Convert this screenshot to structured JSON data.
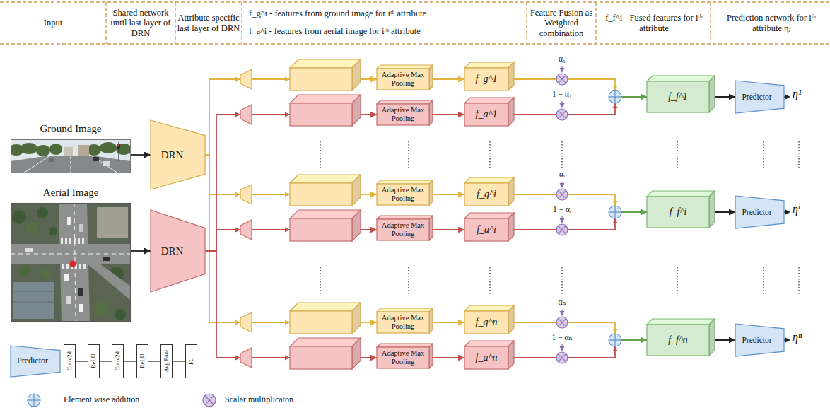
{
  "diagram": {
    "nodes": [
      {
        "text": [
          "Ground Image"
        ]
      },
      {
        "text": [
          "Aerial Image"
        ]
      },
      {
        "text": [
          "DRN"
        ]
      },
      {
        "text": [
          "DRN"
        ]
      },
      {
        "text": [
          "Adaptive Max Pooling"
        ]
      },
      {
        "text": [
          "f_g^1"
        ]
      },
      {
        "text": [
          "Adaptive Max Pooling"
        ]
      },
      {
        "text": [
          "f_a^1"
        ]
      },
      {
        "text": [
          "f_f^1"
        ]
      },
      {
        "text": [
          "Predictor"
        ]
      },
      {
        "text": [
          "Adaptive Max Pooling"
        ]
      },
      {
        "text": [
          "f_g^i"
        ]
      },
      {
        "text": [
          "Adaptive Max Pooling"
        ]
      },
      {
        "text": [
          "f_a^i"
        ]
      },
      {
        "text": [
          "f_f^i"
        ]
      },
      {
        "text": [
          "Predictor"
        ]
      },
      {
        "text": [
          "Adaptive Max Pooling"
        ]
      },
      {
        "text": [
          "f_g^n"
        ]
      },
      {
        "text": [
          "Adaptive Max Pooling"
        ]
      },
      {
        "text": [
          "f_a^n"
        ]
      },
      {
        "text": [
          "f_f^n"
        ]
      },
      {
        "text": [
          "Predictor"
        ]
      },
      {
        "text": [
          "Predictor"
        ]
      },
      {
        "text": [
          "Conv2d"
        ]
      },
      {
        "text": [
          "ReLU"
        ]
      },
      {
        "text": [
          "Conv2d"
        ]
      },
      {
        "text": [
          "ReLU"
        ]
      },
      {
        "text": [
          "Avg Pool"
        ]
      },
      {
        "text": [
          "FC"
        ]
      }
    ],
    "edges": [
      {
        "from": 0,
        "to": 2,
        "arrow": "to"
      },
      {
        "from": 1,
        "to": 3,
        "arrow": "to"
      },
      {
        "from": 2,
        "to": 4,
        "arrow": "to"
      },
      {
        "from": 2,
        "to": 10,
        "arrow": "to"
      },
      {
        "from": 2,
        "to": 16,
        "arrow": "to"
      },
      {
        "from": 3,
        "to": 6,
        "arrow": "to"
      },
      {
        "from": 3,
        "to": 12,
        "arrow": "to"
      },
      {
        "from": 3,
        "to": 18,
        "arrow": "to"
      },
      {
        "from": 4,
        "to": 5,
        "arrow": "to"
      },
      {
        "from": 6,
        "to": 7,
        "arrow": "to"
      },
      {
        "from": 5,
        "to": 8,
        "arrow": "to"
      },
      {
        "from": 7,
        "to": 8,
        "arrow": "to"
      },
      {
        "from": 8,
        "to": 9,
        "arrow": "to"
      },
      {
        "from": 10,
        "to": 11,
        "arrow": "to"
      },
      {
        "from": 12,
        "to": 13,
        "arrow": "to"
      },
      {
        "from": 11,
        "to": 14,
        "arrow": "to"
      },
      {
        "from": 13,
        "to": 14,
        "arrow": "to"
      },
      {
        "from": 14,
        "to": 15,
        "arrow": "to"
      },
      {
        "from": 16,
        "to": 17,
        "arrow": "to"
      },
      {
        "from": 18,
        "to": 19,
        "arrow": "to"
      },
      {
        "from": 17,
        "to": 20,
        "arrow": "to"
      },
      {
        "from": 19,
        "to": 20,
        "arrow": "to"
      },
      {
        "from": 20,
        "to": 21,
        "arrow": "to"
      },
      {
        "from": 23,
        "to": 24,
        "arrow": "none"
      },
      {
        "from": 24,
        "to": 25,
        "arrow": "none"
      },
      {
        "from": 25,
        "to": 26,
        "arrow": "none"
      },
      {
        "from": 26,
        "to": 27,
        "arrow": "none"
      },
      {
        "from": 27,
        "to": 28,
        "arrow": "none"
      }
    ],
    "labels": [
      "Input",
      "Shared network until last layer of DRN",
      "Attribute specific last layer of DRN",
      "f_g^i - features from ground image for iᵗʰ attribute",
      "f_a^i - features from aerial image for iᵗʰ attribute",
      "Feature Fusion as Weighted combination",
      "f_f^i - Fused features for iᵗʰ attribute",
      "Prediction network for iᵗʰ attribute ηᵢ",
      "α₁",
      "1 − α₁",
      "αᵢ",
      "1 − αᵢ",
      "αₙ",
      "1 − αₙ",
      "η¹",
      "ηⁱ",
      "ηⁿ"
    ],
    "legend": [
      {
        "text": "Element wise addition"
      },
      {
        "text": "Scalar multiplicaton"
      }
    ]
  }
}
